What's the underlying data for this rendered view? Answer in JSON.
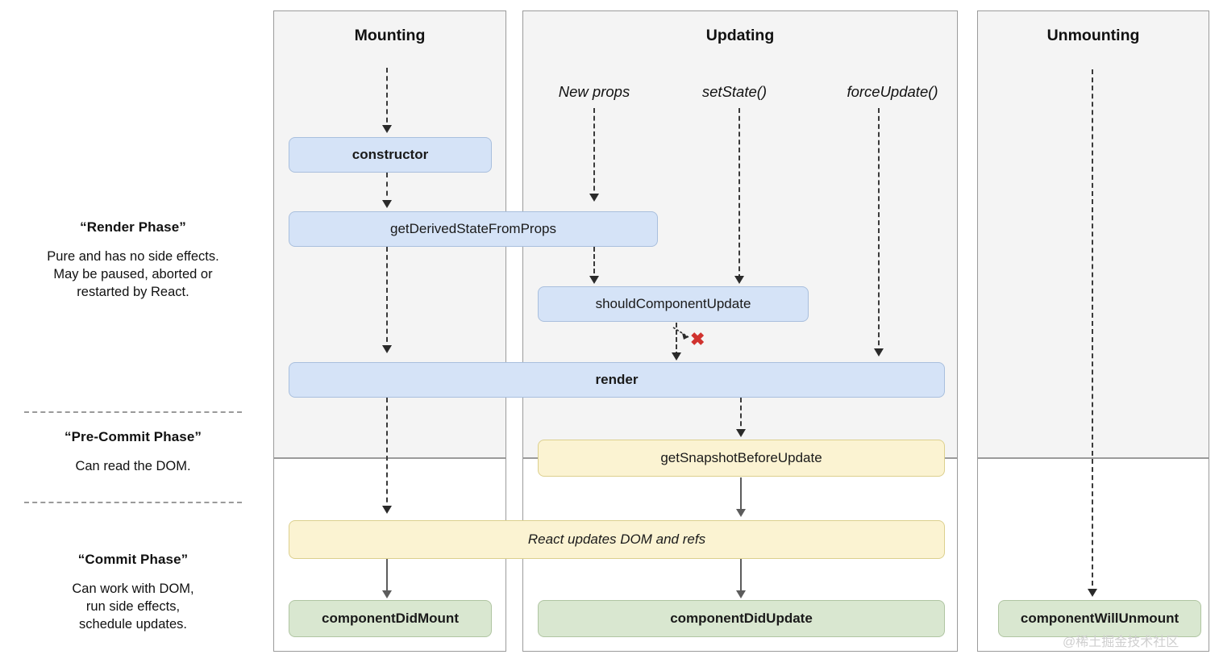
{
  "legend": {
    "phases": [
      {
        "title": "“Render Phase”",
        "desc": "Pure and has no side effects.\nMay be paused, aborted or\nrestarted by React."
      },
      {
        "title": "“Pre-Commit Phase”",
        "desc": "Can read the DOM."
      },
      {
        "title": "“Commit Phase”",
        "desc": "Can work with DOM,\nrun side effects,\nschedule updates."
      }
    ]
  },
  "columns": {
    "mounting": "Mounting",
    "updating": "Updating",
    "unmounting": "Unmounting"
  },
  "triggers": {
    "new_props": "New props",
    "set_state": "setState()",
    "force_update": "forceUpdate()"
  },
  "nodes": {
    "constructor": "constructor",
    "get_derived_state_from_props": "getDerivedStateFromProps",
    "should_component_update": "shouldComponentUpdate",
    "render": "render",
    "get_snapshot_before_update": "getSnapshotBeforeUpdate",
    "react_updates_dom": "React updates DOM and refs",
    "component_did_mount": "componentDidMount",
    "component_did_update": "componentDidUpdate",
    "component_will_unmount": "componentWillUnmount"
  },
  "markers": {
    "skip_render_x": "✖"
  },
  "watermark": "@稀土掘金技术社区",
  "colors": {
    "blue_fill": "#d5e3f7",
    "blue_border": "#a9bfdd",
    "yellow_fill": "#fbf3d2",
    "yellow_border": "#dcd08e",
    "green_fill": "#d9e7d0",
    "green_border": "#b0c5a2",
    "panel_fill": "#f4f4f4",
    "panel_border": "#9b9b9b",
    "x_red": "#d0322e",
    "arrow": "#2a2a2a"
  }
}
